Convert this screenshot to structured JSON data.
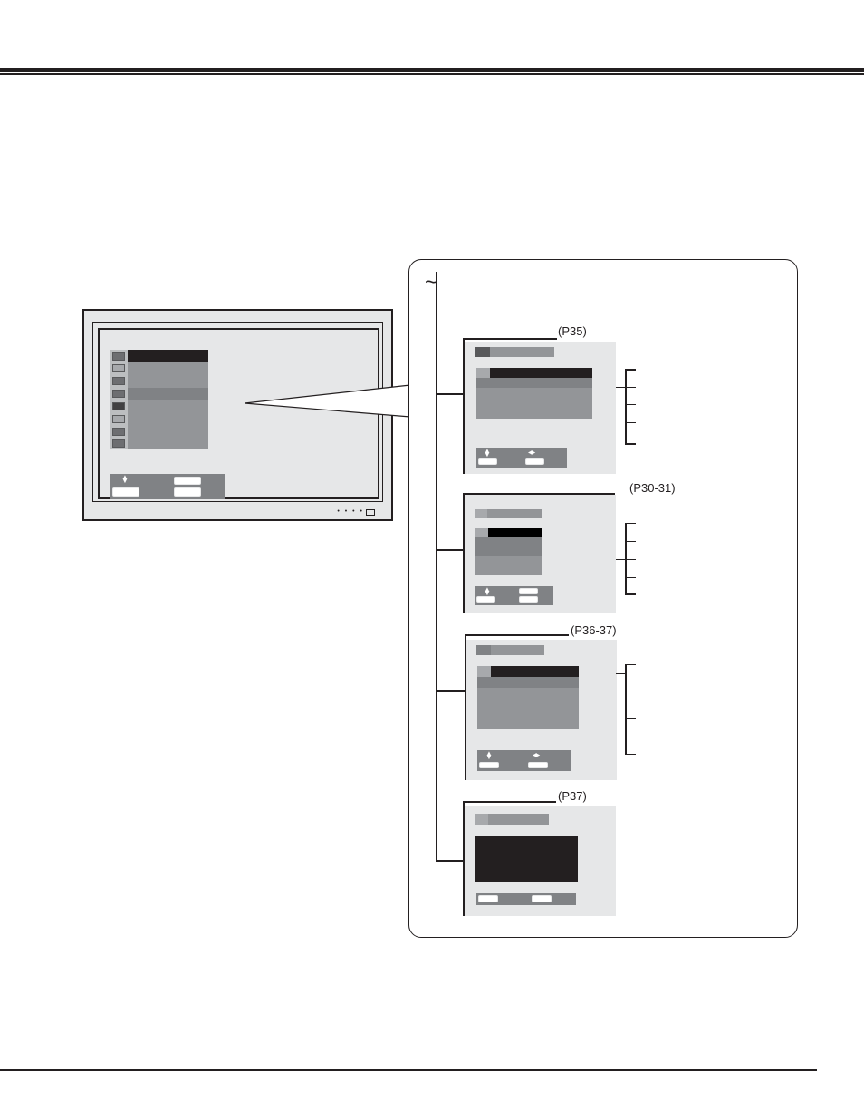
{
  "header": {
    "rules": [
      "thick",
      "thin"
    ]
  },
  "monitor": {
    "main_menu": {
      "icons": [
        "picture-icon",
        "sound-icon",
        "screen-icon",
        "setting-icon",
        "language-icon",
        "pc-adjust-icon",
        "screen-adjust-icon",
        "timer-icon"
      ],
      "selected_index": 0,
      "highlighted_index": 3
    },
    "nav_bar": {
      "icons": [
        "up-down-arrow-icon"
      ],
      "buttons": 3
    },
    "front_panel": {
      "indicator_dots": "• • • •",
      "indicator_led": "power-led"
    }
  },
  "callout": {
    "break_symbol": "~",
    "submenus": [
      {
        "id": "setting",
        "page_ref": "(P35)",
        "icon": "setting-submenu-icon",
        "item_icon": "item-icon",
        "nav_icons": [
          "up-down-arrow-icon",
          "left-right-arrow-icon"
        ],
        "branches": 5
      },
      {
        "id": "pc-adjust",
        "page_ref": "(P30-31)",
        "icon": "pc-adjust-submenu-icon",
        "item_icon": "item-icon",
        "nav_icons": [
          "up-down-arrow-icon"
        ],
        "branches": 5
      },
      {
        "id": "screen-adjust",
        "page_ref": "(P36-37)",
        "icon": "screen-adjust-submenu-icon",
        "item_icon": "item-icon",
        "nav_icons": [
          "up-down-arrow-icon",
          "left-right-arrow-icon"
        ],
        "branches": 3
      },
      {
        "id": "timer",
        "page_ref": "(P37)",
        "icon": "timer-submenu-icon",
        "nav_icons": [],
        "branches": 0
      }
    ]
  },
  "colors": {
    "ink": "#231f20",
    "panel": "#e6e7e8",
    "menu_gray": "#939598",
    "menu_dark": "#808285",
    "selected": "#231f20"
  }
}
